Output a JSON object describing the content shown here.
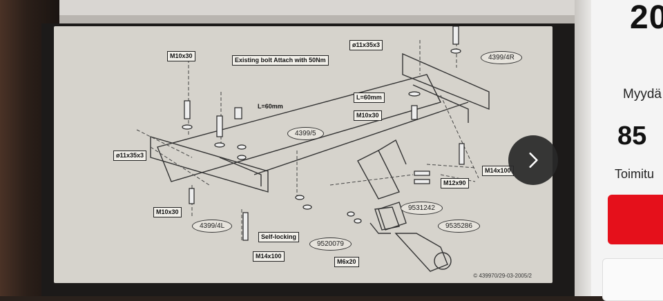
{
  "diagram": {
    "labels": {
      "m10x30_top": "M10x30",
      "existing_bolt": "Existing bolt Attach with 50Nm",
      "o11x35x3_top": "ø11x35x3",
      "l60_left": "L=60mm",
      "l60_right": "L=60mm",
      "m10x30_right": "M10x30",
      "o11x35x3_left": "ø11x35x3",
      "m10x30_bottom": "M10x30",
      "self_locking": "Self-locking",
      "m14x100_bottom": "M14x100",
      "m6x20": "M6x20",
      "m12x90": "M12x90",
      "m14x100_right": "M14x100"
    },
    "parts": {
      "p4399_4r": "4399/4R",
      "p4399_5": "4399/5",
      "p4399_4l": "4399/4L",
      "p9531242": "9531242",
      "p9520079": "9520079",
      "p9535286": "9535286"
    },
    "copyright": "© 439970/29-03-2005/2"
  },
  "carousel": {
    "next_icon": "chevron-right-icon"
  },
  "listing": {
    "year_partial": "20",
    "sold_partial": "Myydä",
    "price_partial": "85",
    "delivery_partial": "Toimitu"
  },
  "colors": {
    "accent_red": "#e5101b",
    "diagram_bg": "#d6d3cc"
  }
}
